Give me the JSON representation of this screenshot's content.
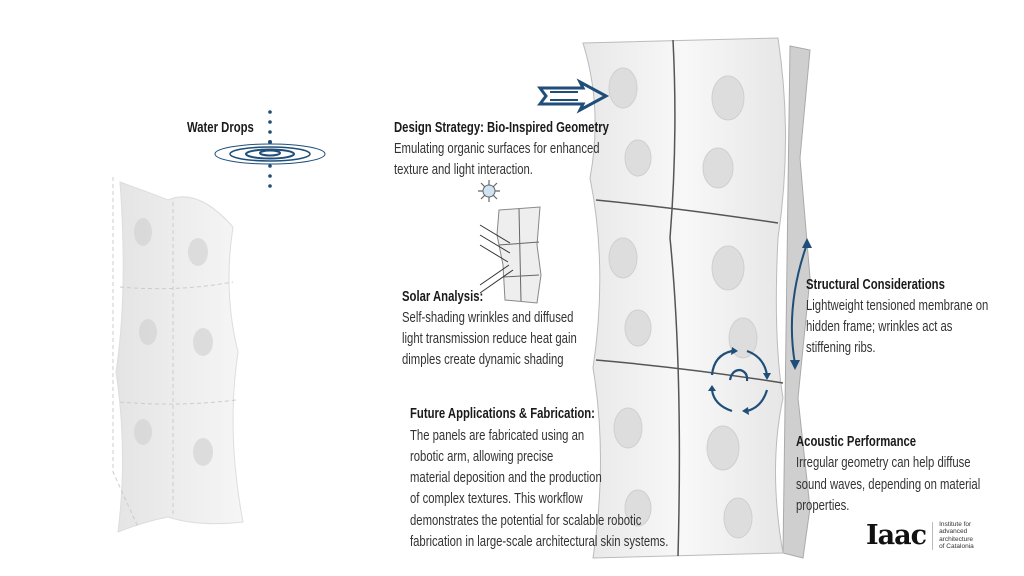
{
  "water_drops": {
    "label": "Water Drops"
  },
  "design_strategy": {
    "title": "Design Strategy: Bio-Inspired Geometry",
    "lines": [
      "Emulating organic surfaces for enhanced",
      "texture and light interaction."
    ]
  },
  "solar": {
    "title": "Solar Analysis:",
    "lines": [
      "Self-shading wrinkles and diffused",
      "light transmission reduce heat gain",
      "dimples create dynamic shading"
    ]
  },
  "future": {
    "title": "Future Applications & Fabrication:",
    "lines": [
      "The panels are fabricated using an",
      "robotic arm, allowing precise",
      "material deposition and the production",
      "of complex textures. This workflow",
      "demonstrates the potential for scalable robotic",
      "fabrication in large-scale architectural skin systems."
    ]
  },
  "structural": {
    "title": "Structural Considerations",
    "lines": [
      "Lightweight tensioned membrane on",
      "hidden frame; wrinkles act as",
      "stiffening ribs."
    ]
  },
  "acoustic": {
    "title": "Acoustic Performance",
    "lines": [
      "Irregular geometry can help diffuse",
      "sound waves, depending on material",
      "properties."
    ]
  },
  "logo": {
    "mark": "Iaac",
    "lines": [
      "Institute for",
      "advanced",
      "architecture",
      "of Catalonia"
    ]
  },
  "colors": {
    "accent": "#1f4e79"
  }
}
